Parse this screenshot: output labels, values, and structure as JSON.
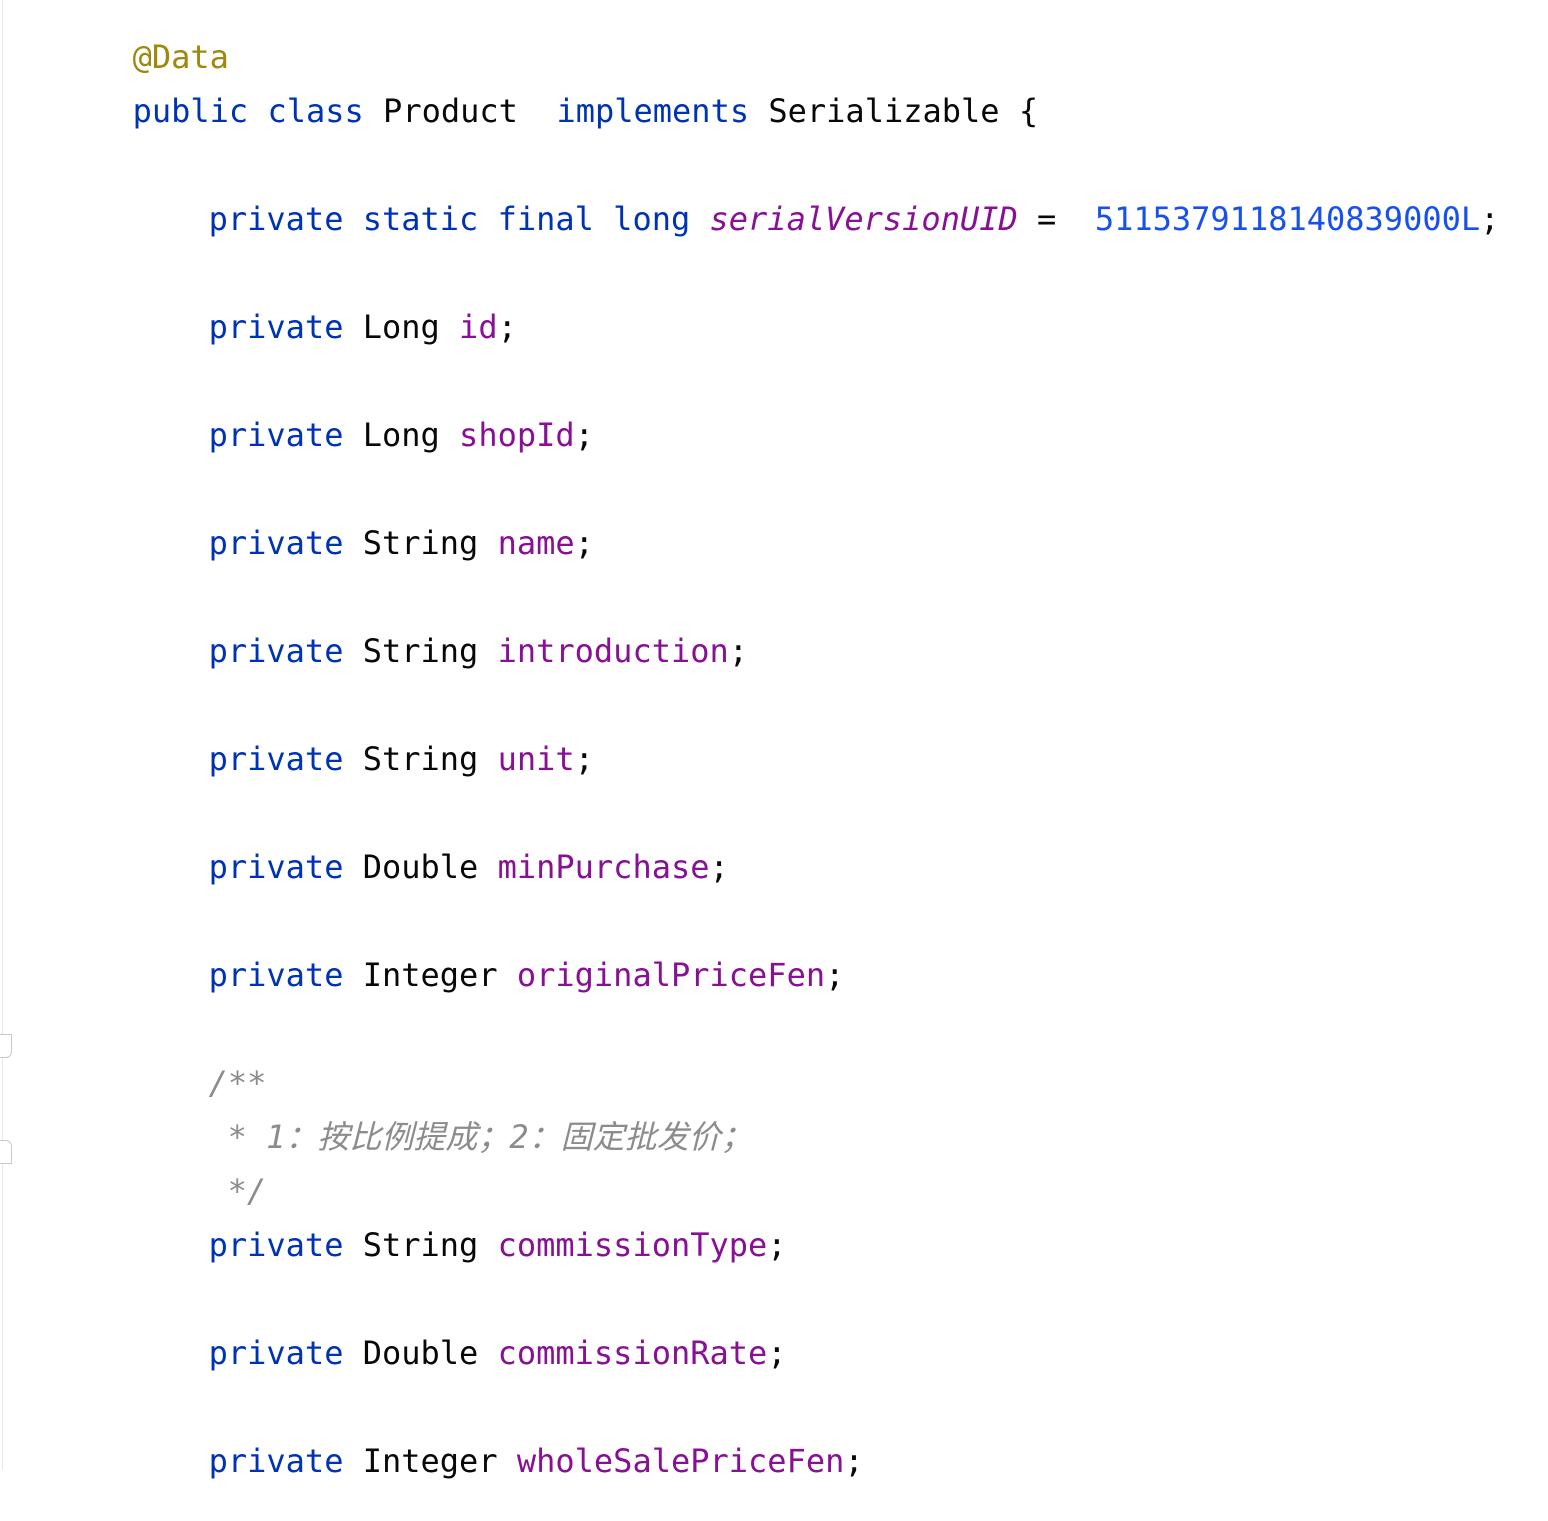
{
  "editor": {
    "annotation": "@Data",
    "class_decl": {
      "kw_public": "public",
      "kw_class": "class",
      "name": "Product",
      "kw_implements": "implements",
      "interface": "Serializable",
      "brace": "{"
    },
    "serial": {
      "kw_private": "private",
      "kw_static": "static",
      "kw_final": "final",
      "kw_long": "long",
      "name": "serialVersionUID",
      "op": "=",
      "value": "5115379118140839000L",
      "end": ";"
    },
    "fields": [
      {
        "modifier": "private",
        "type": "Long",
        "name": "id",
        "end": ";"
      },
      {
        "modifier": "private",
        "type": "Long",
        "name": "shopId",
        "end": ";"
      },
      {
        "modifier": "private",
        "type": "String",
        "name": "name",
        "end": ";"
      },
      {
        "modifier": "private",
        "type": "String",
        "name": "introduction",
        "end": ";"
      },
      {
        "modifier": "private",
        "type": "String",
        "name": "unit",
        "end": ";"
      },
      {
        "modifier": "private",
        "type": "Double",
        "name": "minPurchase",
        "end": ";"
      },
      {
        "modifier": "private",
        "type": "Integer",
        "name": "originalPriceFen",
        "end": ";"
      }
    ],
    "doc_comment": {
      "open": "/**",
      "body": "* 1：按比例提成；2：固定批发价；",
      "close": "*/"
    },
    "fields_after": [
      {
        "modifier": "private",
        "type": "String",
        "name": "commissionType",
        "end": ";"
      },
      {
        "modifier": "private",
        "type": "Double",
        "name": "commissionRate",
        "end": ";"
      },
      {
        "modifier": "private",
        "type": "Integer",
        "name": "wholeSalePriceFen",
        "end": ";"
      }
    ]
  }
}
